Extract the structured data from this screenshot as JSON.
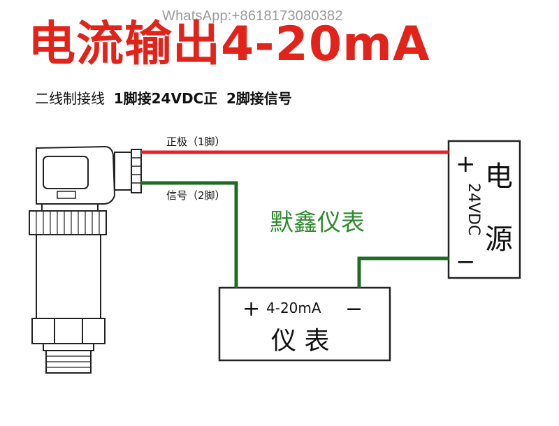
{
  "header": {
    "watermark": "WhatsApp:+8618173080382",
    "title": "电流输出4-20mA",
    "subtitle_lead": "二线制接线",
    "subtitle_pin1": "1脚接24VDC正",
    "subtitle_pin2": "2脚接信号"
  },
  "wires": {
    "positive_label": "正极（1脚）",
    "signal_label": "信号（2脚）",
    "positive_color": "#e8202a",
    "signal_color": "#1f6b23"
  },
  "brand": {
    "text": "默鑫仪表",
    "color": "#2f8a2f"
  },
  "power_supply": {
    "plus": "+",
    "minus": "−",
    "voltage": "24VDC",
    "name_top": "电",
    "name_bottom": "源"
  },
  "meter": {
    "plus": "+",
    "minus": "−",
    "range": "4-20mA",
    "name": "仪 表"
  },
  "sensor": {
    "icon": "pressure-transmitter-icon"
  }
}
